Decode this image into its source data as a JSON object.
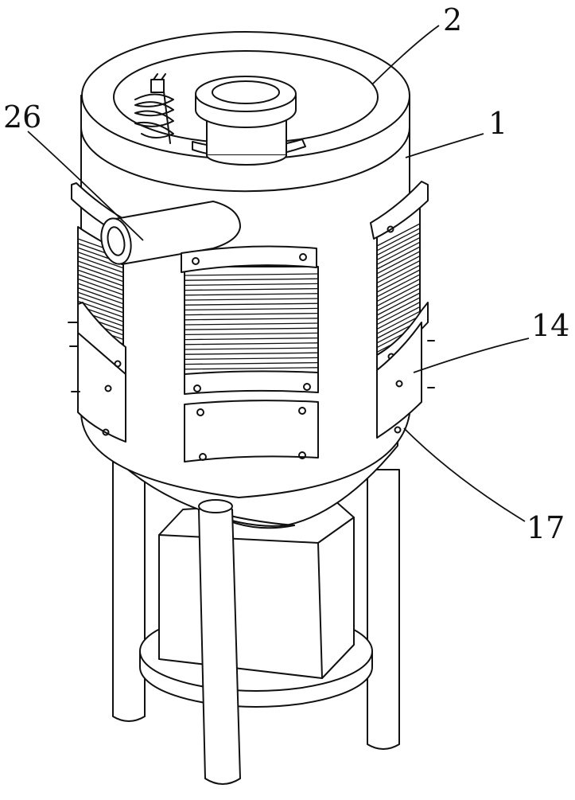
{
  "diagram": {
    "background": "#ffffff",
    "line_color": "#111111",
    "callouts": {
      "c2": "2",
      "c26": "26",
      "c1": "1",
      "c14": "14",
      "c17": "17"
    }
  }
}
